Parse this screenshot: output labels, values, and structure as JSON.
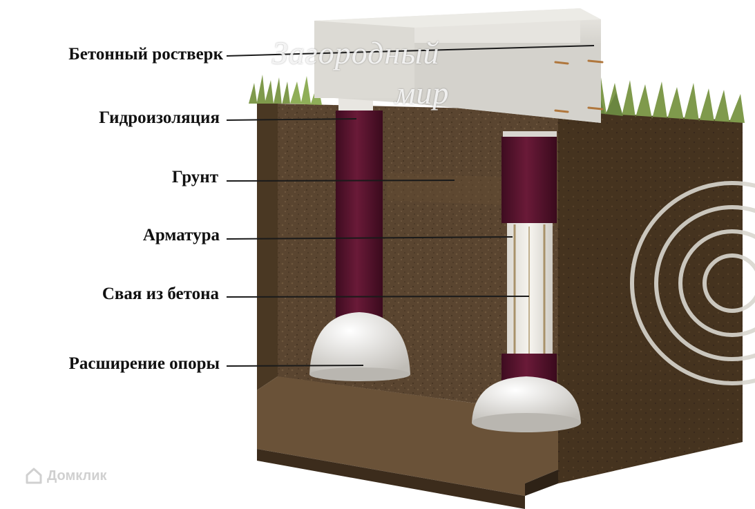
{
  "labels": [
    "Бетонный ростверк",
    "Гидроизоляция",
    "Грунт",
    "Арматура",
    "Свая из бетона",
    "Расширение опоры"
  ],
  "brand": {
    "line1": "Загородный",
    "line2": "мир"
  },
  "watermark": "Домклик",
  "colors": {
    "soil": "#5a4530",
    "concrete": "#e3e1dc",
    "waterproofing": "#5b1530",
    "grass": "#7f9a4c"
  }
}
